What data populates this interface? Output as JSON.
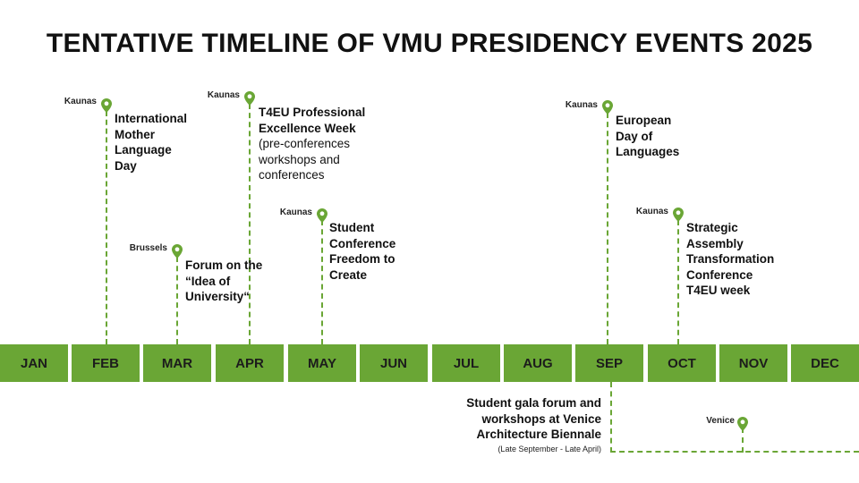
{
  "title": "TENTATIVE TIMELINE OF VMU PRESIDENCY EVENTS 2025",
  "months": [
    "JAN",
    "FEB",
    "MAR",
    "APR",
    "MAY",
    "JUN",
    "JUL",
    "AUG",
    "SEP",
    "OCT",
    "NOV",
    "DEC"
  ],
  "events": {
    "feb": {
      "location": "Kaunas",
      "lines": [
        "International",
        "Mother",
        "Language",
        "Day"
      ]
    },
    "mar": {
      "location": "Brussels",
      "lines": [
        "Forum on the",
        "“Idea of",
        "University“"
      ]
    },
    "apr": {
      "location": "Kaunas",
      "lines": [
        "T4EU Professional",
        "Excellence Week"
      ],
      "sub_lines": [
        "(pre-conferences",
        "workshops and",
        "conferences"
      ]
    },
    "may": {
      "location": "Kaunas",
      "lines": [
        "Student",
        "Conference",
        "Freedom to",
        "Create"
      ]
    },
    "sep": {
      "location": "Kaunas",
      "lines": [
        "European",
        "Day of",
        "Languages"
      ]
    },
    "oct": {
      "location": "Kaunas",
      "lines": [
        "Strategic",
        "Assembly",
        "Transformation",
        "Conference",
        "T4EU week"
      ]
    },
    "venice": {
      "location": "Venice",
      "lines": [
        "Student gala forum and",
        "workshops at Venice",
        "Architecture Biennale"
      ],
      "note": "(Late September - Late April)"
    }
  },
  "colors": {
    "accent": "#6aa635",
    "text": "#111111"
  }
}
